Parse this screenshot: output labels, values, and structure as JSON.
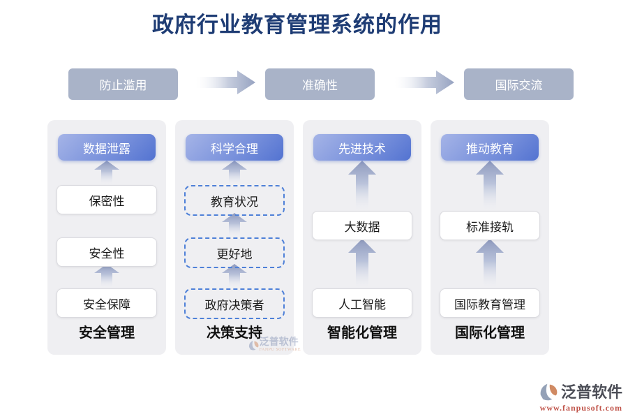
{
  "title": "政府行业教育管理系统的作用",
  "flow": {
    "steps": [
      {
        "label": "防止滥用"
      },
      {
        "label": "准确性"
      },
      {
        "label": "国际交流"
      }
    ]
  },
  "columns": [
    {
      "header": "数据泄露",
      "items": [
        {
          "label": "保密性"
        },
        {
          "label": "安全性"
        },
        {
          "label": "安全保障"
        }
      ],
      "footer": "安全管理"
    },
    {
      "header": "科学合理",
      "items": [
        {
          "label": "教育状况"
        },
        {
          "label": "更好地"
        },
        {
          "label": "政府决策者"
        }
      ],
      "footer": "决策支持"
    },
    {
      "header": "先进技术",
      "items": [
        {
          "label": "大数据"
        },
        {
          "label": "人工智能"
        }
      ],
      "footer": "智能化管理"
    },
    {
      "header": "推动教育",
      "items": [
        {
          "label": "标准接轨"
        },
        {
          "label": "国际教育管理"
        }
      ],
      "footer": "国际化管理"
    }
  ],
  "watermark": {
    "text": "泛普软件",
    "subtext": "FANPU SOFTWARE"
  },
  "brand": {
    "name": "泛普软件",
    "url": "www.fanpusoft.com"
  },
  "colors": {
    "title": "#1e3c74",
    "flow_box": "#a9b3c8",
    "card_bg": "#efeff2",
    "header_gradient_start": "#a5b4e7",
    "header_gradient_end": "#5373d1",
    "dashed_border": "#4e80d8",
    "arrow": "#8d99bd",
    "brand_text": "#4c4e57",
    "brand_orange": "#c0544a",
    "logo_gray": "#94a1b7",
    "logo_orange": "#d08a63"
  }
}
